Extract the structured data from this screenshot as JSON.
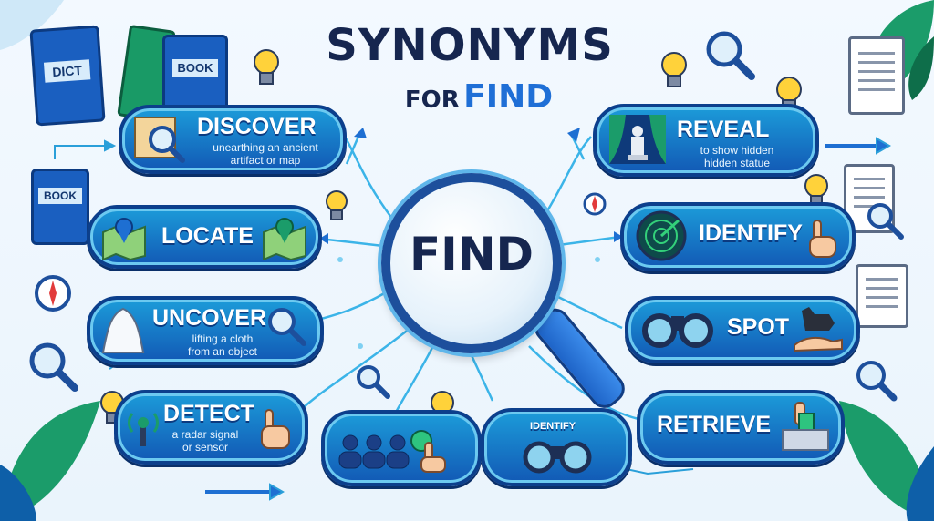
{
  "title": {
    "line1": "SYNONYMS",
    "for": "FOR",
    "find": "FIND"
  },
  "center": {
    "label": "FIND"
  },
  "cards": {
    "discover": {
      "label": "DISCOVER",
      "desc1": "unearthing an ancient",
      "desc2": "artifact or map"
    },
    "locate": {
      "label": "LOCATE"
    },
    "uncover": {
      "label": "UNCOVER",
      "desc1": "lifting a cloth",
      "desc2": "from an object"
    },
    "detect": {
      "label": "DETECT",
      "desc1": "a radar signal",
      "desc2": "or sensor"
    },
    "reveal": {
      "label": "REVEAL",
      "desc1": "to show hidden",
      "desc2": "hidden statue"
    },
    "identify": {
      "label": "IDENTIFY"
    },
    "spot": {
      "label": "SPOT"
    },
    "retrieve": {
      "label": "RETRIEVE"
    },
    "identify_small": {
      "label": "IDENTIFY"
    }
  },
  "books": {
    "dict": "DICT",
    "book1": "BOOK",
    "book2": "BOOK"
  }
}
